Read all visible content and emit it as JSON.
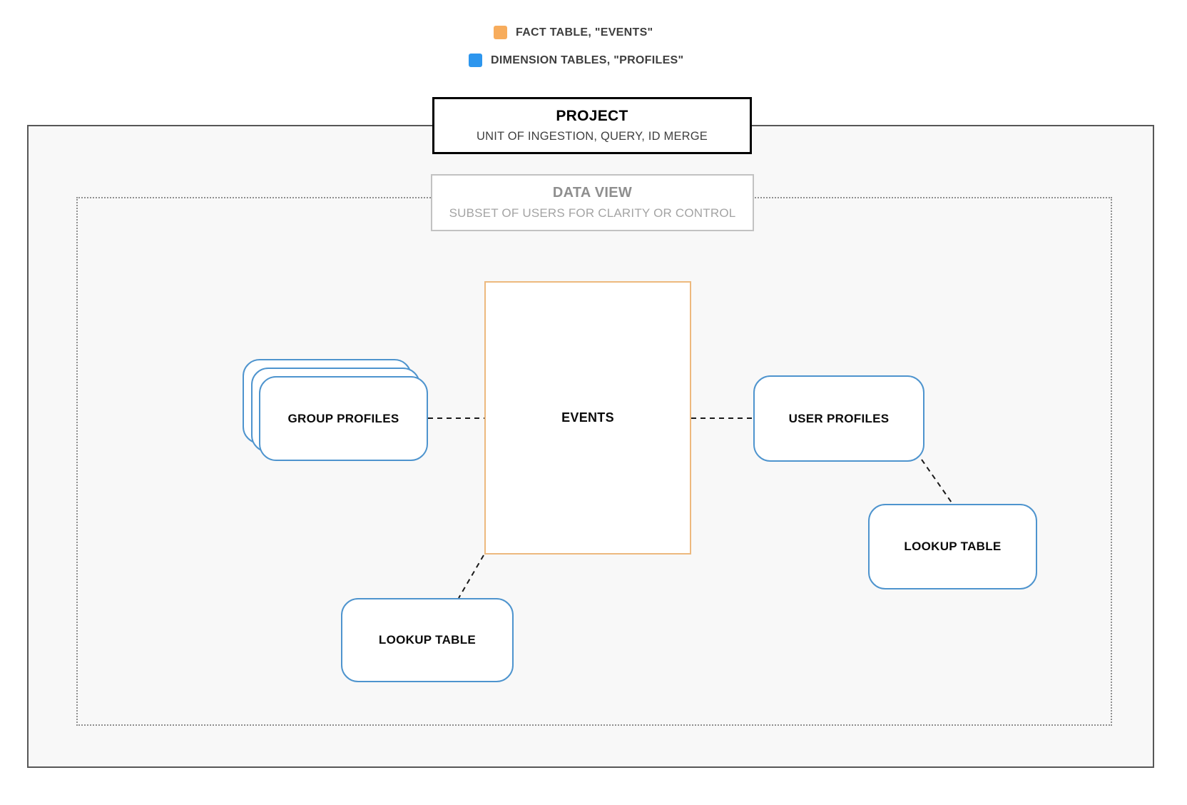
{
  "legend": {
    "items": [
      {
        "name": "fact",
        "label": "FACT TABLE, \"EVENTS\"",
        "color": "#F7AC5C"
      },
      {
        "name": "dimension",
        "label": "DIMENSION TABLES, \"PROFILES\"",
        "color": "#2D96EE"
      }
    ]
  },
  "project": {
    "title": "PROJECT",
    "subtitle": "UNIT OF INGESTION, QUERY, ID MERGE"
  },
  "data_view": {
    "title": "DATA VIEW",
    "subtitle": "SUBSET OF USERS FOR CLARITY OR CONTROL"
  },
  "nodes": {
    "events": {
      "label": "EVENTS",
      "type": "fact"
    },
    "group_profiles": {
      "label": "GROUP PROFILES",
      "type": "dimension",
      "stacked": true
    },
    "user_profiles": {
      "label": "USER PROFILES",
      "type": "dimension"
    },
    "lookup_table_right": {
      "label": "LOOKUP TABLE",
      "type": "dimension"
    },
    "lookup_table_bottom": {
      "label": "LOOKUP TABLE",
      "type": "dimension"
    }
  },
  "colors": {
    "fact-orange": "#F7AC5C",
    "dimension-blue": "#2D96EE",
    "card-border-blue": "#4E94CE",
    "events-border-orange": "#EDB97E"
  }
}
